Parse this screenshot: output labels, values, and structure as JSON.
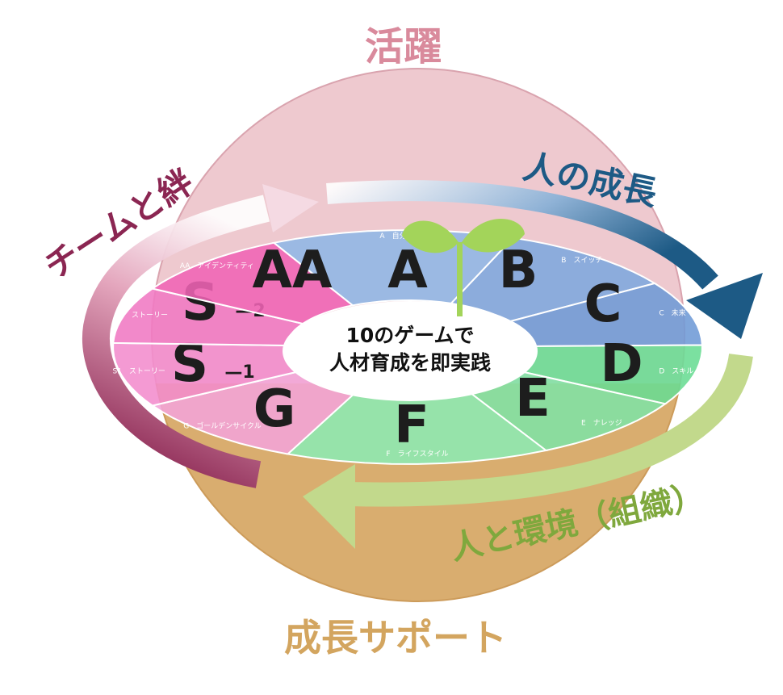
{
  "labels": {
    "top": "活躍",
    "bottom": "成長サポート",
    "right": "人の成長",
    "left": "チームと絆",
    "green": "人と環境（組織）"
  },
  "center": {
    "line1": "10のゲームで",
    "line2": "人材育成を即実践"
  },
  "segments": [
    {
      "id": "a",
      "letter": "A",
      "sub": "",
      "small": "A　自分"
    },
    {
      "id": "b",
      "letter": "B",
      "sub": "",
      "small": "B　スイッチ"
    },
    {
      "id": "c",
      "letter": "C",
      "sub": "",
      "small": "C　未来"
    },
    {
      "id": "d",
      "letter": "D",
      "sub": "",
      "small": "D　スキル"
    },
    {
      "id": "e",
      "letter": "E",
      "sub": "",
      "small": "E　ナレッジ"
    },
    {
      "id": "f",
      "letter": "F",
      "sub": "",
      "small": "F　ライフスタイル"
    },
    {
      "id": "g",
      "letter": "G",
      "sub": "",
      "small": "G　ゴールデンサイクル"
    },
    {
      "id": "s1",
      "letter": "S",
      "sub": "—1",
      "small": "S1　ストーリー"
    },
    {
      "id": "s2",
      "letter": "S",
      "sub": "—2",
      "small": "S2　ストーリー"
    },
    {
      "id": "aa",
      "letter": "AA",
      "sub": "",
      "small": "AA　アイデンティティ"
    }
  ],
  "colors": {
    "sphere_top": "#eec9cf",
    "sphere_bottom": "#d9ad6f",
    "arrow_blue": "#1d5a85",
    "arrow_green": "#c2d98c",
    "arrow_left": "#8b2652",
    "sprout": "#a3d45a"
  }
}
